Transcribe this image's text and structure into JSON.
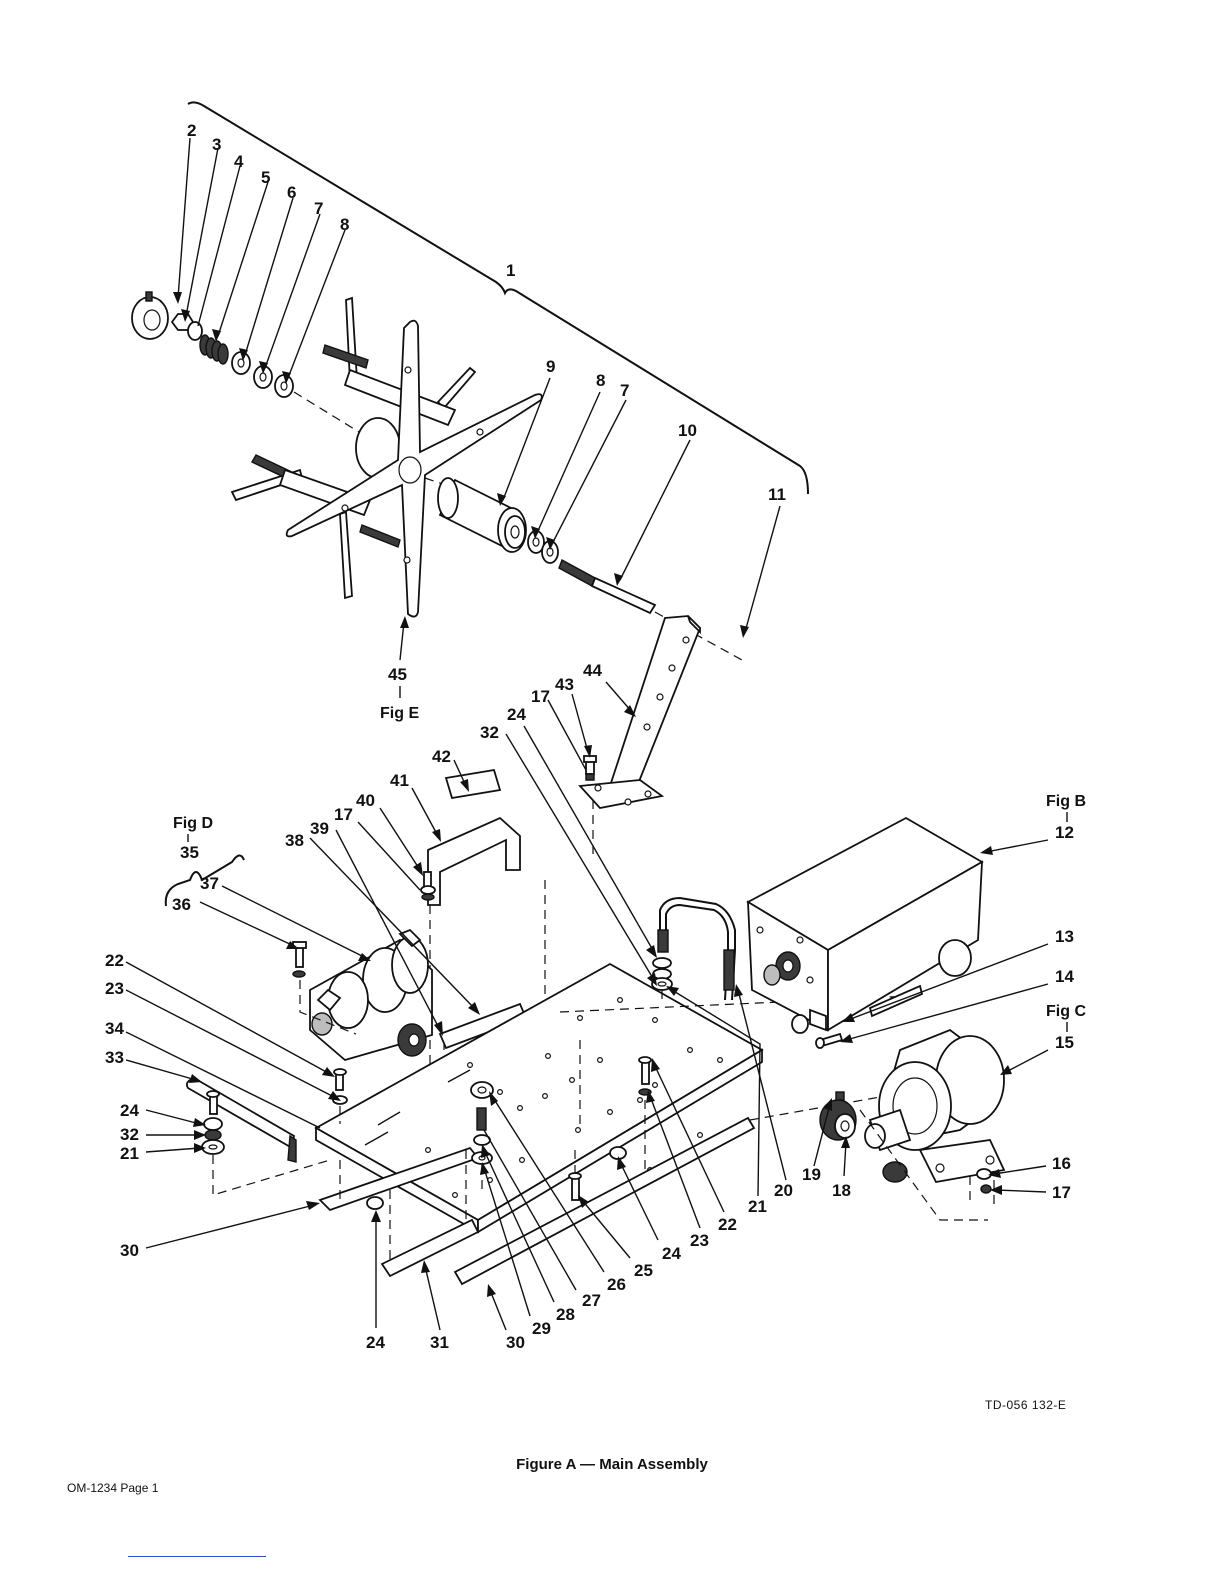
{
  "figure": {
    "title": "Figure A — Main Assembly",
    "doc_id": "TD-056 132-E",
    "page_label": "OM-1234 Page 1"
  },
  "figure_refs": {
    "fig_b": "Fig B",
    "fig_c": "Fig C",
    "fig_d": "Fig D",
    "fig_e": "Fig E"
  },
  "callouts": {
    "c1": "1",
    "c2": "2",
    "c3": "3",
    "c4": "4",
    "c5": "5",
    "c6": "6",
    "c7a": "7",
    "c8a": "8",
    "c9": "9",
    "c8b": "8",
    "c7b": "7",
    "c10": "10",
    "c11": "11",
    "c45": "45",
    "c44": "44",
    "c43": "43",
    "c17a": "17",
    "c24a": "24",
    "c32a": "32",
    "c42": "42",
    "c41": "41",
    "c40": "40",
    "c17b": "17",
    "c39": "39",
    "c38": "38",
    "c35": "35",
    "c37": "37",
    "c36": "36",
    "c12": "12",
    "c13": "13",
    "c14": "14",
    "c15": "15",
    "c16": "16",
    "c17c": "17",
    "c22a": "22",
    "c23a": "23",
    "c34": "34",
    "c33": "33",
    "c24b": "24",
    "c32b": "32",
    "c21a": "21",
    "c30a": "30",
    "c24c": "24",
    "c31": "31",
    "c30b": "30",
    "c29": "29",
    "c28": "28",
    "c27": "27",
    "c26": "26",
    "c25": "25",
    "c24d": "24",
    "c23b": "23",
    "c22b": "22",
    "c21b": "21",
    "c20": "20",
    "c19": "19",
    "c18": "18"
  }
}
